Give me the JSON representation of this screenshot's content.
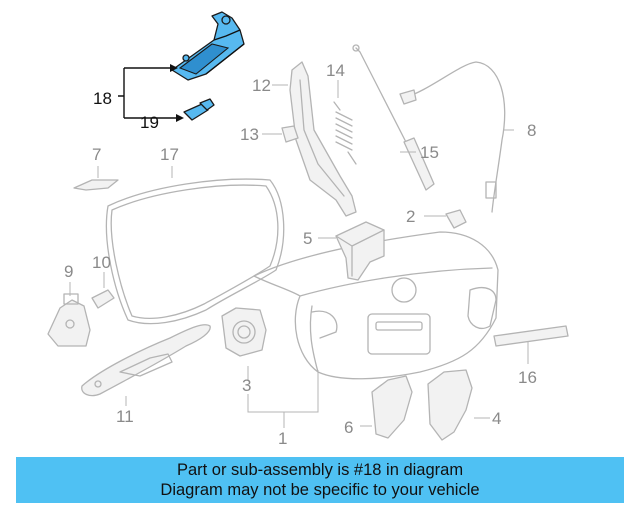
{
  "callouts": {
    "c1": "1",
    "c2": "2",
    "c3": "3",
    "c4": "4",
    "c5": "5",
    "c6": "6",
    "c7": "7",
    "c8": "8",
    "c9": "9",
    "c10": "10",
    "c11": "11",
    "c12": "12",
    "c13": "13",
    "c14": "14",
    "c15": "15",
    "c16": "16",
    "c17": "17",
    "c18": "18",
    "c19": "19"
  },
  "banner": {
    "line1": "Part or sub-assembly is #18 in diagram",
    "line2": "Diagram may not be specific to your vehicle"
  },
  "colors": {
    "highlight": "#57b9f0",
    "banner": "#4fc1f3",
    "parts": "#b4b4b4"
  }
}
